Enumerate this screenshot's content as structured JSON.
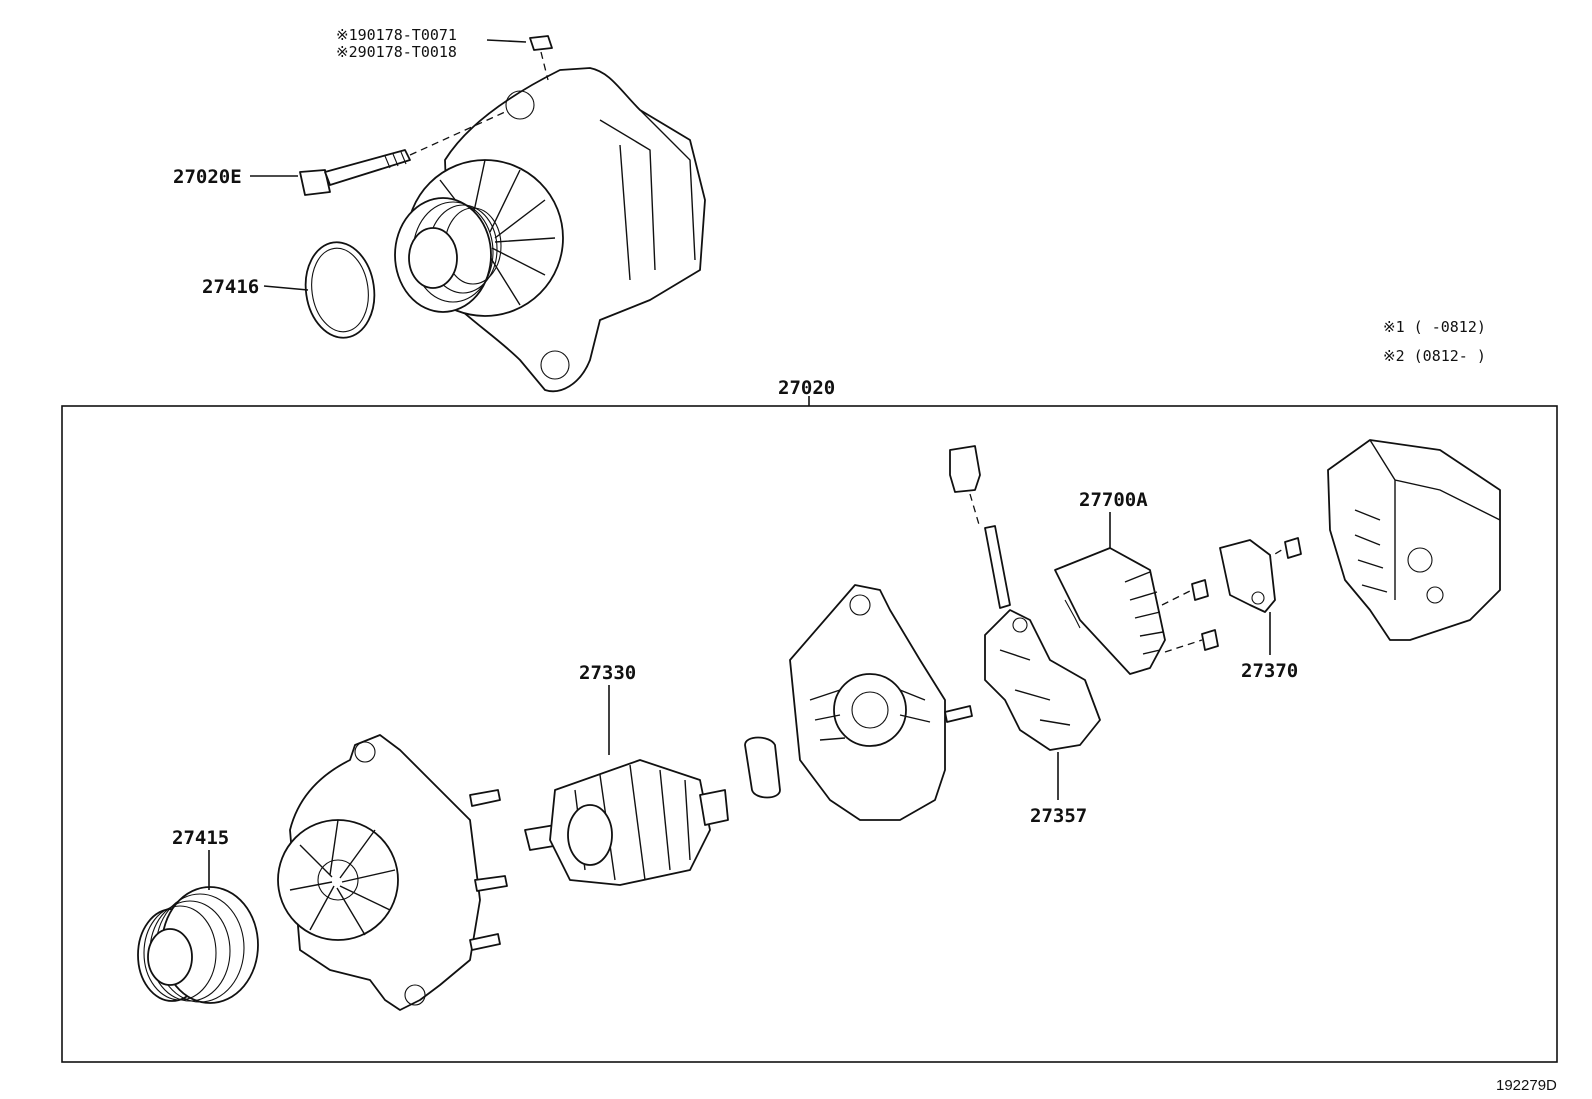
{
  "parts": {
    "p27020E": "27020E",
    "p27416": "27416",
    "p27020": "27020",
    "p27700A": "27700A",
    "p27370": "27370",
    "p27330": "27330",
    "p27357": "27357",
    "p27415": "27415"
  },
  "notes": {
    "bolt_1": "※190178-T0071",
    "bolt_2": "※290178-T0018",
    "legend_1": "※1 (     -0812)",
    "legend_2": "※2 (0812-     )"
  },
  "figure_id": "192279D"
}
